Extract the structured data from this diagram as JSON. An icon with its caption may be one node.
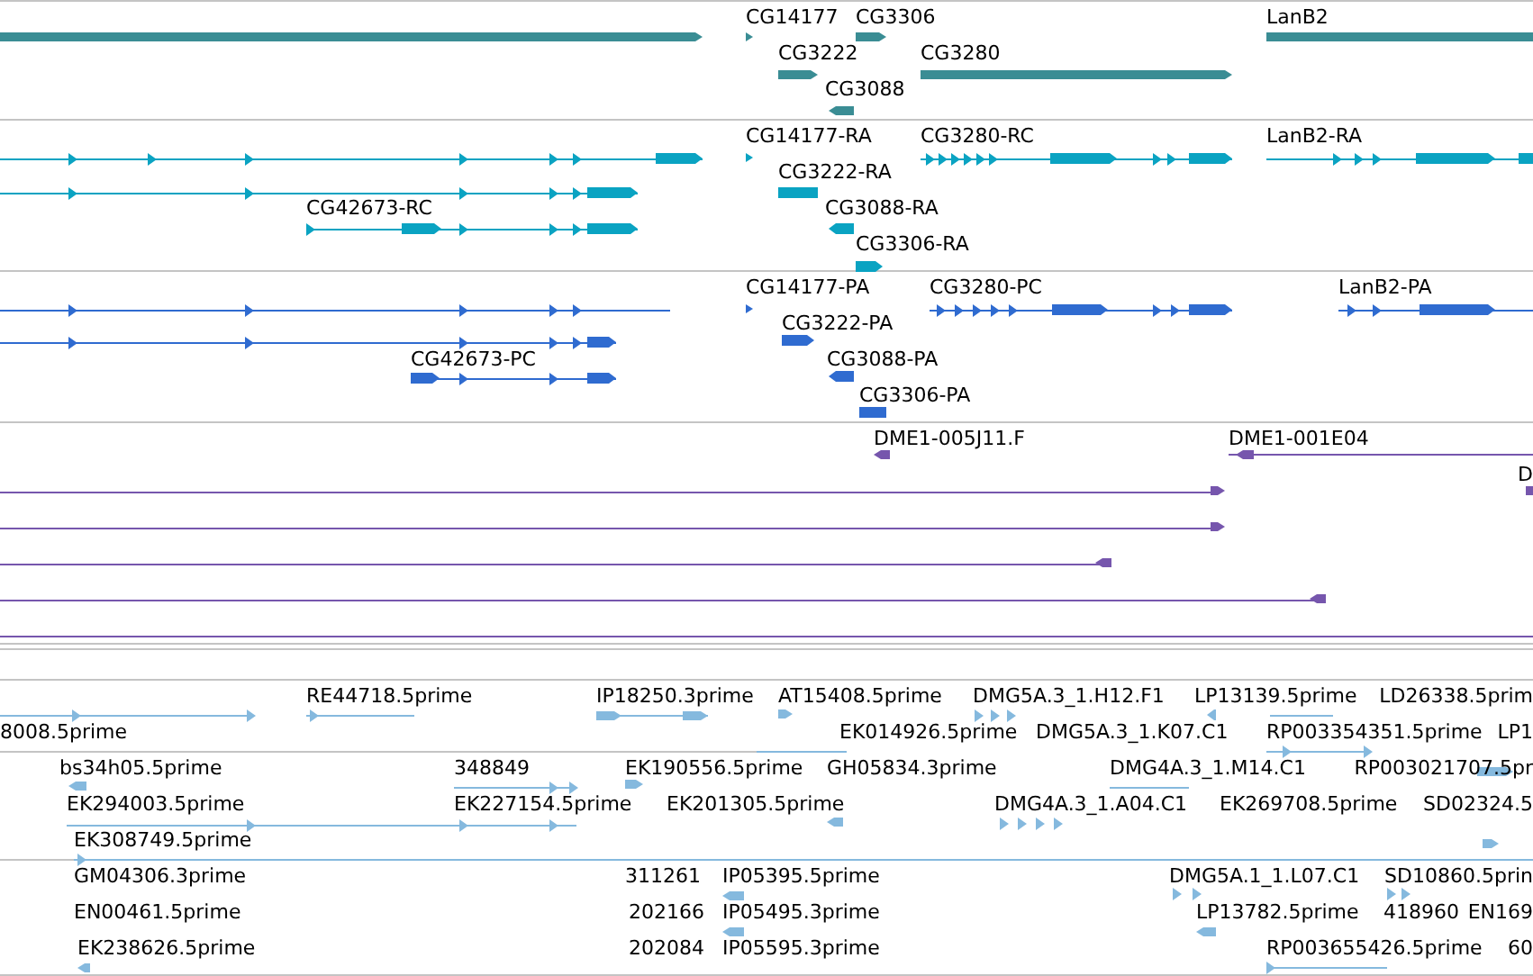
{
  "diagram": {
    "labels": [
      "CG14177",
      "CG3306",
      "LanB2",
      "CG3222",
      "CG3280",
      "CG3088",
      "CG14177-RA",
      "CG3280-RC",
      "LanB2-RA",
      "CG3222-RA",
      "CG42673-RC",
      "CG3088-RA",
      "CG3306-RA",
      "CG14177-PA",
      "CG3280-PC",
      "LanB2-PA",
      "CG3222-PA",
      "CG42673-PC",
      "CG3088-PA",
      "CG3306-PA",
      "DME1-005J11.F",
      "DME1-001E04",
      "D",
      "RE44718.5prime",
      "IP18250.3prime",
      "AT15408.5prime",
      "DMG5A.3_1.H12.F1",
      "LP13139.5prime",
      "LD26338.5prim",
      "8008.5prime",
      "EK014926.5prime",
      "DMG5A.3_1.K07.C1",
      "RP003354351.5prime",
      "LP1",
      "bs34h05.5prime",
      "348849",
      "EK190556.5prime",
      "GH05834.3prime",
      "DMG4A.3_1.M14.C1",
      "RP003021707.5pr",
      "EK294003.5prime",
      "EK227154.5prime",
      "EK201305.5prime",
      "DMG4A.3_1.A04.C1",
      "EK269708.5prime",
      "SD02324.5",
      "EK308749.5prime",
      "GM04306.3prime",
      "311261",
      "IP05395.5prime",
      "DMG5A.1_1.L07.C1",
      "SD10860.5prin",
      "EN00461.5prime",
      "202166",
      "IP05495.3prime",
      "LP13782.5prime",
      "418960",
      "EN169",
      "EK238626.5prime",
      "202084",
      "IP05595.3prime",
      "RP003655426.5prime",
      "60"
    ]
  }
}
